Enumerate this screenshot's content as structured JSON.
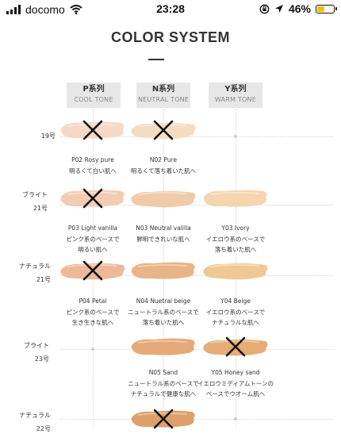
{
  "status_bar": {
    "carrier": "docomo",
    "time": "23:28",
    "battery": "46%",
    "battery_level": 0.46
  },
  "page": {
    "title": "COLOR SYSTEM"
  },
  "columns": [
    {
      "name": "P系列",
      "tone": "COOL TONE"
    },
    {
      "name": "N系列",
      "tone": "NEUTRAL TONE"
    },
    {
      "name": "Y系列",
      "tone": "WARM TONE"
    }
  ],
  "rows": [
    {
      "label1": "",
      "label2": "19号"
    },
    {
      "label1": "ブライト",
      "label2": "21号"
    },
    {
      "label1": "ナチュラル",
      "label2": "21号"
    },
    {
      "label1": "ブライト",
      "label2": "23号"
    },
    {
      "label1": "ナチュラル",
      "label2": "22号"
    }
  ],
  "items": [
    {
      "code": "P02 Rosy pure",
      "desc1": "明るくて白い肌へ",
      "desc2": "",
      "color": "#f6d8c6",
      "crossed": true
    },
    {
      "code": "N02 Pure",
      "desc1": "明るくて落ち着いた肌へ",
      "desc2": "",
      "color": "#f5dcc0",
      "crossed": true
    },
    {
      "code": "P03 Light vanilla",
      "desc1": "ピンク系のベースで",
      "desc2": "明るい肌へ",
      "color": "#f3ccb6",
      "crossed": true
    },
    {
      "code": "N03 Neutral valilla",
      "desc1": "鮮明できれいな肌へ",
      "desc2": "",
      "color": "#f0cba9",
      "crossed": false
    },
    {
      "code": "Y03 Ivory",
      "desc1": "イエロウ系のベースで",
      "desc2": "落ち着いた肌へ",
      "color": "#f4d5ae",
      "crossed": false
    },
    {
      "code": "P04 Petal",
      "desc1": "ピンク系のベースで",
      "desc2": "生き生きな肌へ",
      "color": "#edb999",
      "crossed": true
    },
    {
      "code": "N04 Nuetral beige",
      "desc1": "ニュートラル系のベースで",
      "desc2": "落ち着いた肌へ",
      "color": "#e9b488",
      "crossed": false
    },
    {
      "code": "Y04 Beige",
      "desc1": "イエロウ系のベースで",
      "desc2": "ナチュラルな肌へ",
      "color": "#efc896",
      "crossed": false
    },
    {
      "code": "N05 Sand",
      "desc1": "ニュートラル系のベースで",
      "desc2": "ナチュラルで健康な肌へ",
      "color": "#e5aa77",
      "crossed": false
    },
    {
      "code": "Y05 Honey sand",
      "desc1": "イエロウミディアムトーンの",
      "desc2": "ベースでウオーム肌へ",
      "color": "#e7ab74",
      "crossed": true
    },
    {
      "code": "",
      "desc1": "",
      "desc2": "",
      "color": "#dea06b",
      "crossed": true
    }
  ]
}
